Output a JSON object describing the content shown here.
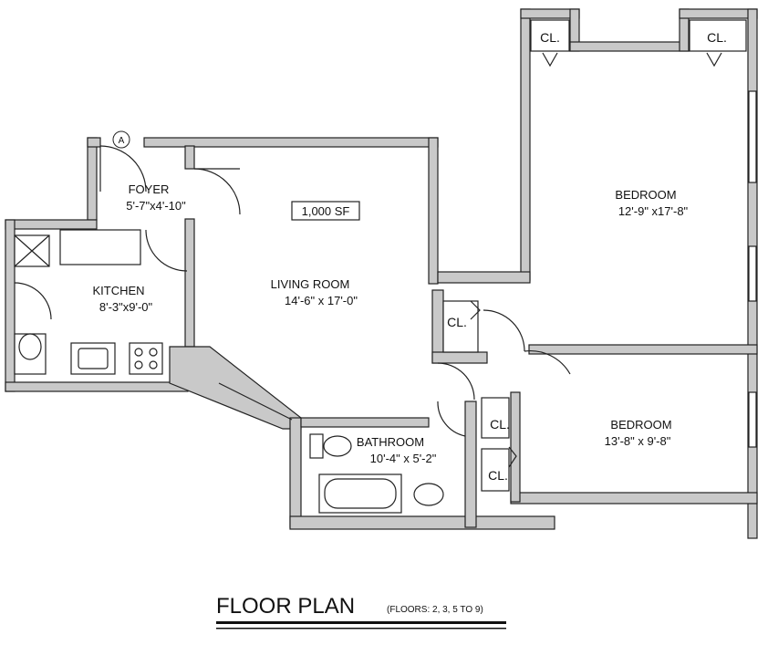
{
  "rooms": {
    "foyer": {
      "name": "FOYER",
      "dims": "5'-7\"x4'-10\""
    },
    "kitchen": {
      "name": "KITCHEN",
      "dims": "8'-3\"x9'-0\""
    },
    "living": {
      "name": "LIVING ROOM",
      "dims": "14'-6\" x 17'-0\""
    },
    "bedroom1": {
      "name": "BEDROOM",
      "dims": "12'-9\" x17'-8\""
    },
    "bedroom2": {
      "name": "BEDROOM",
      "dims": "13'-8\" x 9'-8\""
    },
    "bathroom": {
      "name": "BATHROOM",
      "dims": "10'-4\" x 5'-2\""
    }
  },
  "area_badge": "1,000 SF",
  "entry_marker": "A",
  "closet_label": "CL.",
  "footer": {
    "title": "FLOOR PLAN",
    "subtitle": "(FLOORS: 2, 3, 5 TO 9)"
  },
  "colors": {
    "wall_fill": "#c9c9c9",
    "line": "#222222"
  }
}
